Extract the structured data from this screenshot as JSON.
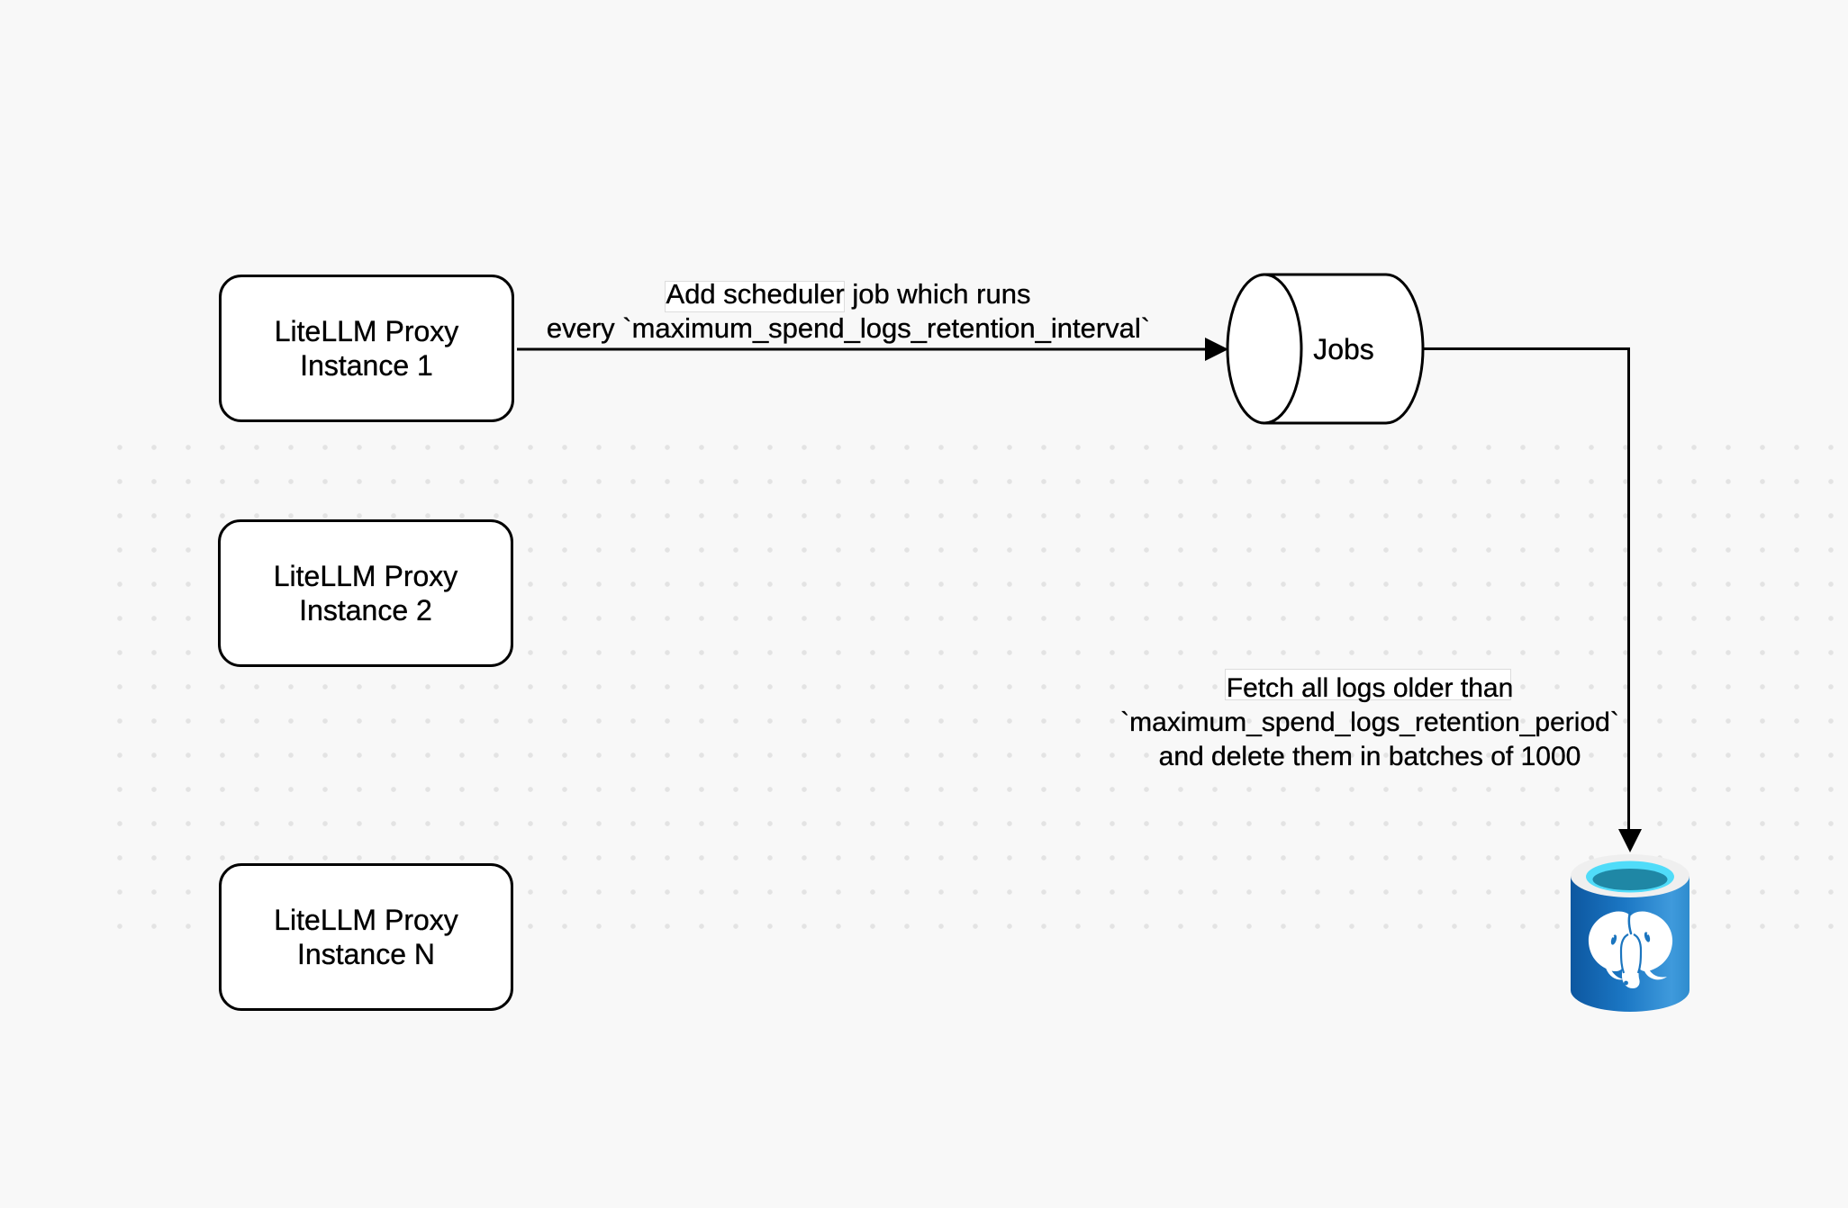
{
  "canvas": {
    "background": "#F8F8F8",
    "dot_color": "#E3E3E3",
    "stroke_color": "#000000",
    "node_fill": "#FFFFFF"
  },
  "nodes": {
    "proxy1": {
      "line1": "LiteLLM Proxy",
      "line2": "Instance 1"
    },
    "proxy2": {
      "line1": "LiteLLM Proxy",
      "line2": "Instance 2"
    },
    "proxyN": {
      "line1": "LiteLLM Proxy",
      "line2": "Instance N"
    },
    "jobs": {
      "label": "Jobs"
    },
    "postgres": {
      "icon": "postgresql-database-icon",
      "body_blue": "#1B75BF",
      "opening_cyan": "#50DCF9"
    }
  },
  "edges": {
    "scheduler": {
      "line1": "Add scheduler job which runs",
      "line2": "every `maximum_spend_logs_retention_interval`"
    },
    "fetch": {
      "line1": "Fetch all logs older than",
      "line2": "`maximum_spend_logs_retention_period`",
      "line3": "and delete them in batches of 1000"
    }
  }
}
